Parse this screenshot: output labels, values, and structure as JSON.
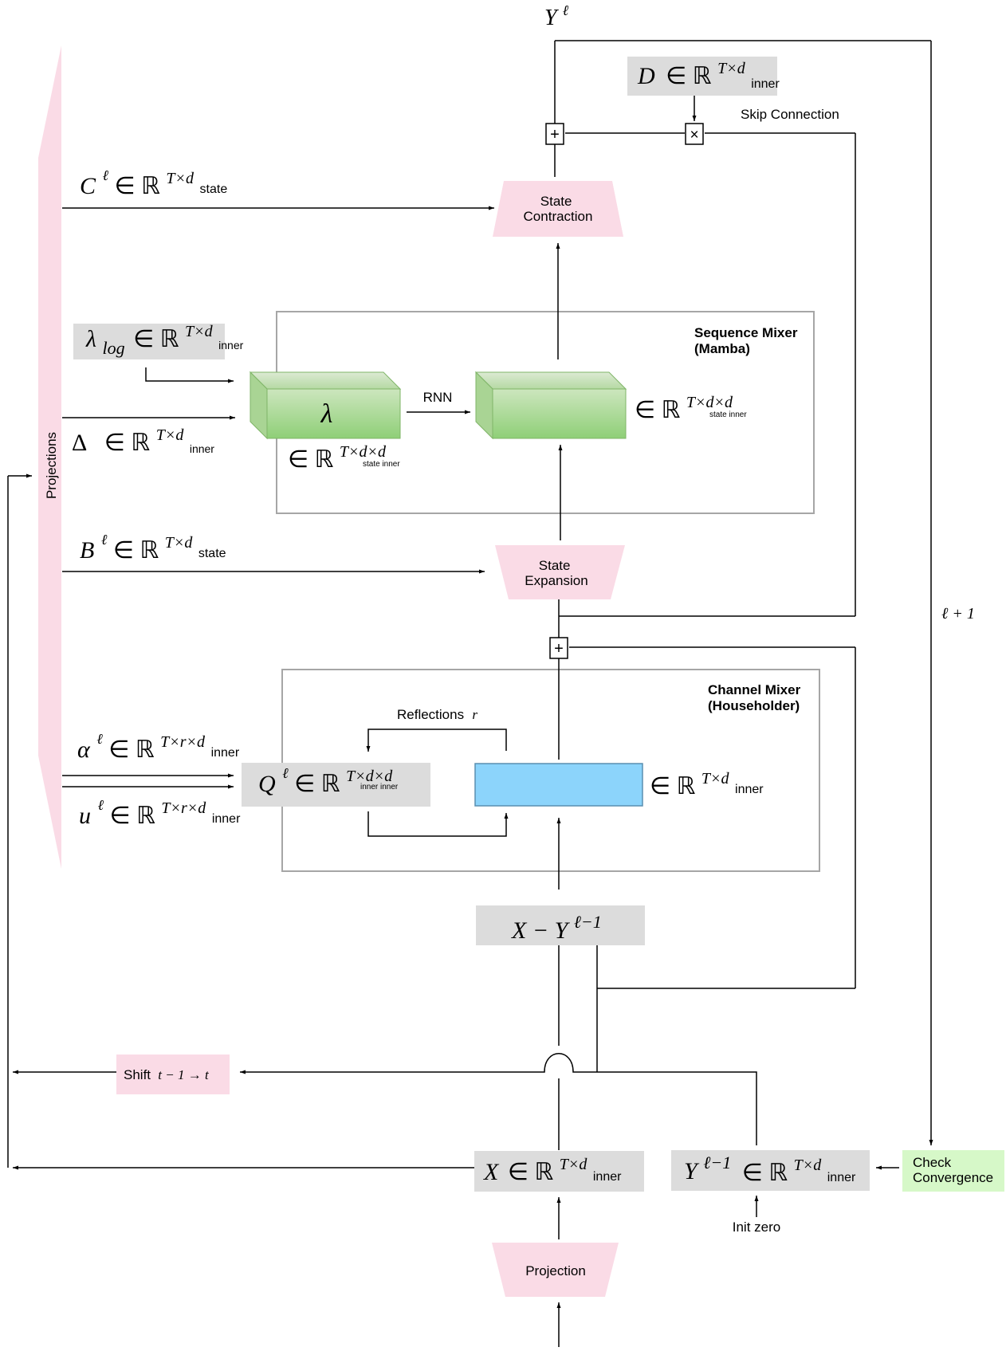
{
  "colors": {
    "pink": "#fadbe6",
    "gray_box": "#dcdcdc",
    "green_top": "#cde6be",
    "green_bottom": "#8fcf77",
    "blue": "#8cd4fb",
    "light_green": "#d6f8c8",
    "frame": "#a6a6a6",
    "line": "#000000"
  },
  "labels": {
    "projections": "Projections",
    "state_contraction": [
      "State",
      "Contraction"
    ],
    "state_expansion": [
      "State",
      "Expansion"
    ],
    "projection": "Projection",
    "sequence_mixer": [
      "Sequence Mixer",
      "(Mamba)"
    ],
    "channel_mixer": [
      "Channel Mixer",
      "(Householder)"
    ],
    "skip_connection": "Skip Connection",
    "rnn": "RNN",
    "reflections": "Reflections",
    "reflections_var": "r",
    "init_zero": "Init zero",
    "check_convergence": [
      "Check",
      "Convergence"
    ],
    "shift": "Shift",
    "shift_expr": "t − 1 → t",
    "loop": "ℓ + 1",
    "plus": "+",
    "times": "×"
  },
  "math": {
    "Y_out": {
      "base": "Y",
      "sup": "ℓ"
    },
    "D": {
      "base": "D",
      "in": "∈ ℝ",
      "sup": "T×d",
      "sub": "inner"
    },
    "C": {
      "base": "C",
      "sup_l": "ℓ",
      "in": "∈ ℝ",
      "sup": "T×d",
      "sub": "state"
    },
    "lambda_log": {
      "base": "λ",
      "sub_base": "log",
      "in": "∈ ℝ",
      "sup": "T×d",
      "sub": "inner"
    },
    "delta": {
      "base": "Δ",
      "in": "∈ ℝ",
      "sup": "T×d",
      "sub": "inner"
    },
    "lambda_box": "λ",
    "lambda_dim": {
      "in": "∈ ℝ",
      "sup": "T×d×d",
      "sub": "state  inner"
    },
    "hidden_dim": {
      "in": "∈ ℝ",
      "sup": "T×d×d",
      "sub": "state  inner"
    },
    "B": {
      "base": "B",
      "sup_l": "ℓ",
      "in": "∈ ℝ",
      "sup": "T×d",
      "sub": "state"
    },
    "alpha": {
      "base": "α",
      "sup_l": "ℓ",
      "in": "∈ ℝ",
      "sup": "T×r×d",
      "sub": "inner"
    },
    "u": {
      "base": "u",
      "sup_l": "ℓ",
      "in": "∈ ℝ",
      "sup": "T×r×d",
      "sub": "inner"
    },
    "Q": {
      "base": "Q",
      "sup_l": "ℓ",
      "in": "∈ ℝ",
      "sup": "T×d×d",
      "sub": "inner  inner"
    },
    "channel_dim": {
      "in": "∈ ℝ",
      "sup": "T×d",
      "sub": "inner"
    },
    "X_minus_Y": {
      "text": "X − Y",
      "sup": "ℓ−1"
    },
    "X": {
      "base": "X",
      "in": "∈ ℝ",
      "sup": "T×d",
      "sub": "inner"
    },
    "Y_prev": {
      "base": "Y",
      "sup_l": "ℓ−1",
      "in": "∈ ℝ",
      "sup": "T×d",
      "sub": "inner"
    }
  }
}
